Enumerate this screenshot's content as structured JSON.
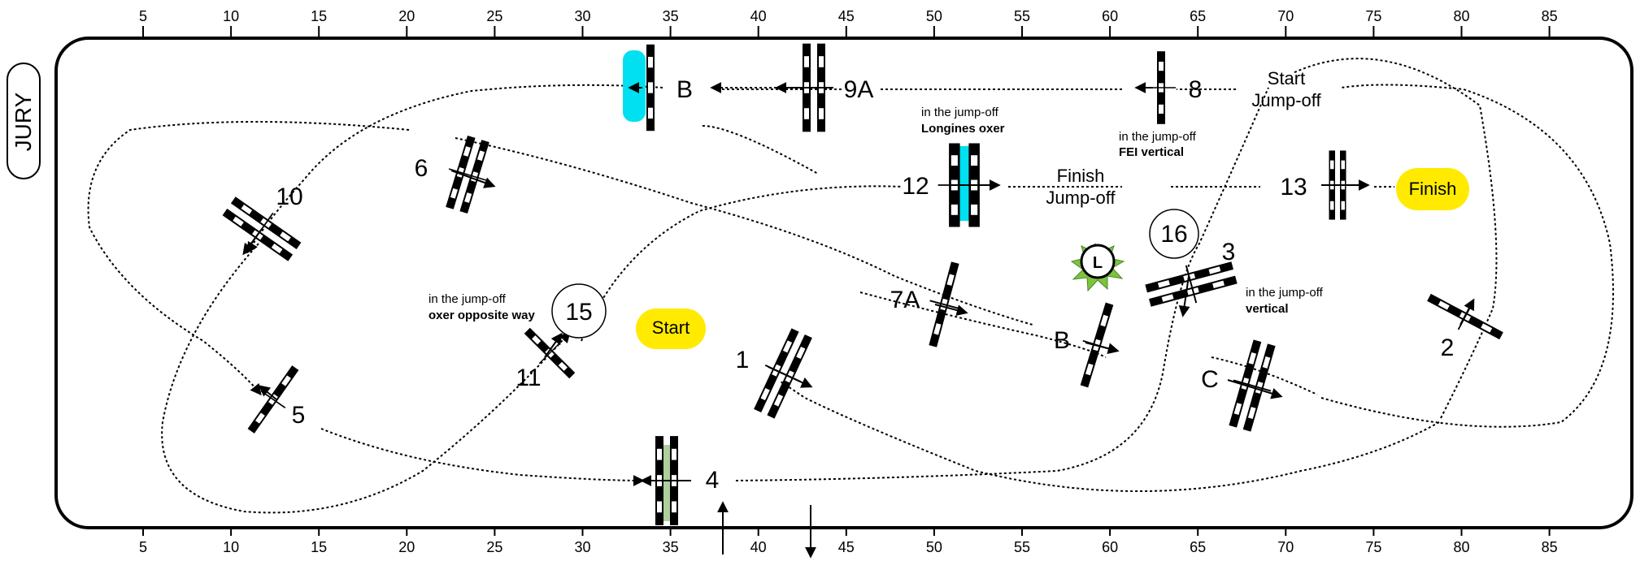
{
  "ruler": {
    "ticks": [
      "5",
      "10",
      "15",
      "20",
      "25",
      "30",
      "35",
      "40",
      "45",
      "50",
      "55",
      "60",
      "65",
      "70",
      "75",
      "80",
      "85"
    ]
  },
  "jury": "JURY",
  "labels": {
    "b_top": "B",
    "nine_a": "9A",
    "eight": "8",
    "start_jumpoff": "Start\nJump-off",
    "six": "6",
    "ten": "10",
    "twelve": "12",
    "finish_jumpoff": "Finish\nJump-off",
    "thirteen": "13",
    "finish_badge": "Finish",
    "sixteen": "16",
    "three": "3",
    "fifteen": "15",
    "start_badge": "Start",
    "one": "1",
    "seven_a": "7A",
    "b_mid": "B",
    "c": "C",
    "two": "2",
    "eleven": "11",
    "five": "5",
    "four": "4",
    "clock": "L"
  },
  "notes": {
    "longines_pre": "in the jump-off",
    "longines_bold": "Longines oxer",
    "fei_pre": "in the jump-off",
    "fei_bold": "FEI vertical",
    "oxer_pre": "in the jump-off",
    "oxer_bold": "oxer opposite way",
    "vertical_pre": "in the jump-off",
    "vertical_bold": "vertical"
  },
  "colors": {
    "highlight": "#00e0f0",
    "badge": "#ffea00",
    "water": "#6aa84f"
  }
}
